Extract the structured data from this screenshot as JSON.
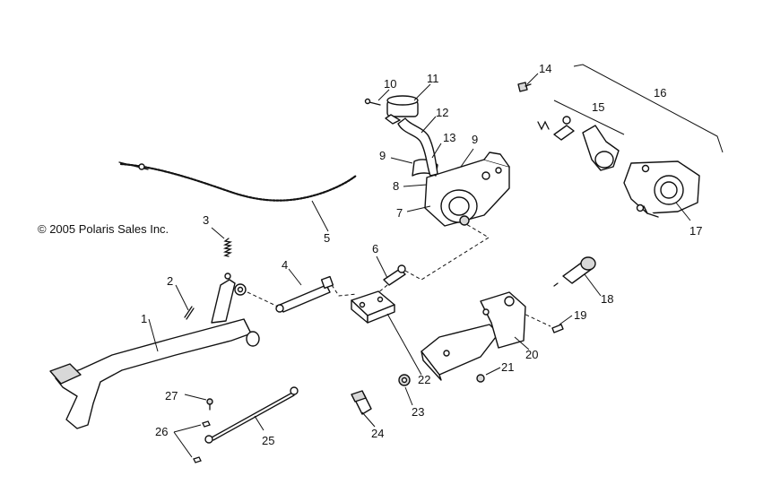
{
  "copyright": "© 2005 Polaris Sales Inc.",
  "callouts": [
    "1",
    "2",
    "3",
    "4",
    "5",
    "6",
    "7",
    "8",
    "9",
    "9",
    "10",
    "11",
    "12",
    "13",
    "14",
    "15",
    "16",
    "17",
    "18",
    "19",
    "20",
    "21",
    "22",
    "23",
    "24",
    "25",
    "26",
    "27"
  ]
}
